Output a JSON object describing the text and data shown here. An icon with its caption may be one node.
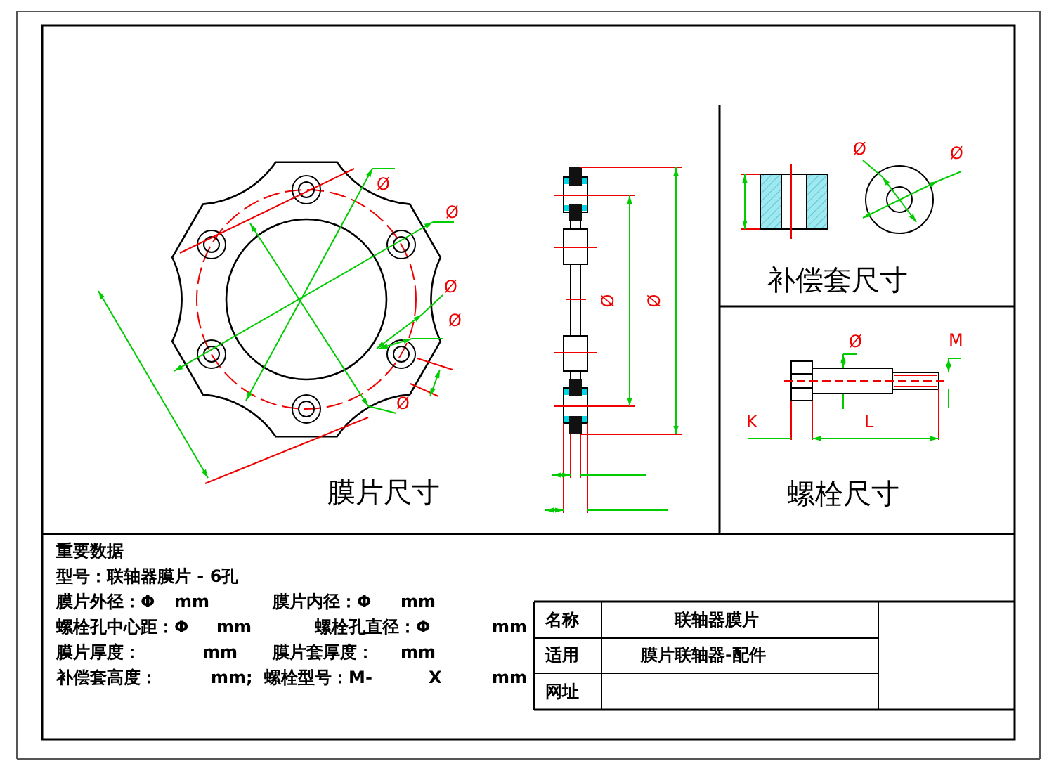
{
  "diagram": {
    "labels": [
      "Ø",
      "Ø",
      "Ø",
      "Ø",
      "Ø",
      "Ø",
      "Ø",
      "Ø",
      "Ø",
      "补偿套尺寸",
      "Ø",
      "M",
      "K",
      "L",
      "膜片尺寸",
      "螺栓尺寸",
      "重要数据",
      "型号：联轴器膜片 - 6孔",
      "膜片外径：Φ",
      "mm",
      "膜片内径：Φ",
      "mm",
      "螺栓孔中心距：Φ",
      "mm",
      "螺栓孔直径：Φ",
      "mm",
      "膜片厚度：",
      "mm",
      "膜片套厚度：",
      "mm",
      "补偿套高度：",
      "mm;",
      "螺栓型号：M-",
      "X",
      "mm",
      "名称",
      "联轴器膜片",
      "适用",
      "膜片联轴器-配件",
      "网址"
    ]
  }
}
